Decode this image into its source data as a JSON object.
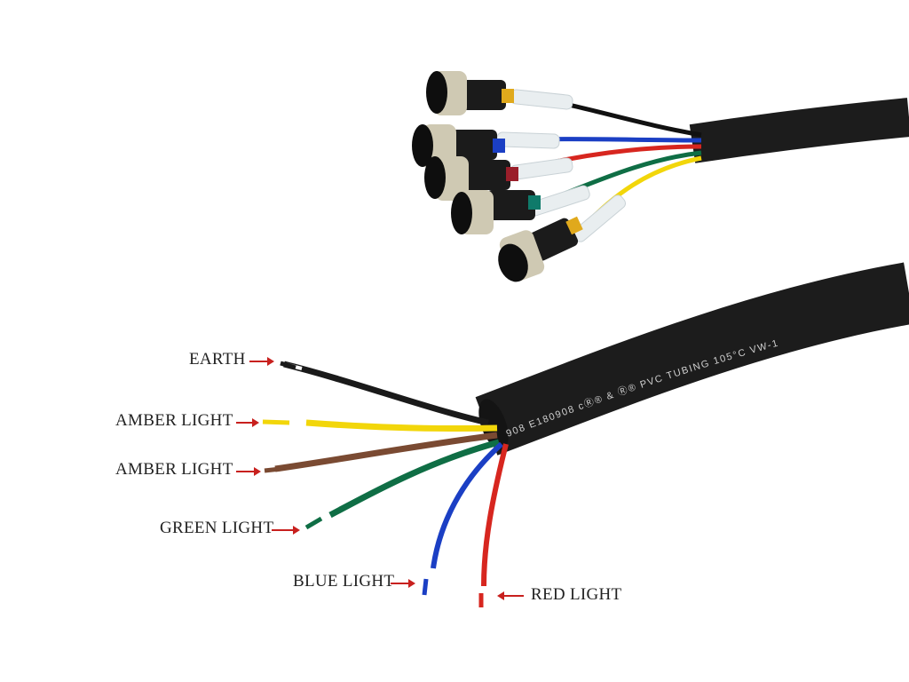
{
  "labels": {
    "earth": "EARTH",
    "amber_light_1": "AMBER LIGHT",
    "amber_light_2": "AMBER LIGHT",
    "green_light": "GREEN LIGHT",
    "blue_light": "BLUE LIGHT",
    "red_light": "RED LIGHT"
  },
  "tubing_print": "908   E180908   cⓇ®   &   Ⓡ®   PVC   TUBING   105°C   VW-1",
  "colors": {
    "arrow": "#c8201e",
    "earth": "#1a1a1a",
    "amber": "#f2d60a",
    "brown": "#7a4a32",
    "green": "#0f6e45",
    "blue": "#1b3fc4",
    "red": "#d7261f",
    "sheath": "#1c1c1c"
  }
}
